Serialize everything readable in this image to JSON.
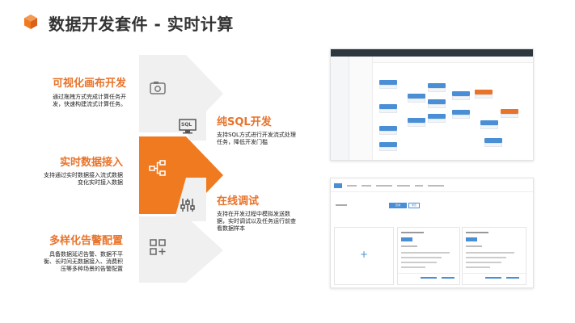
{
  "slide": {
    "title": "数据开发套件 - 实时计算"
  },
  "features": {
    "visual": {
      "title": "可视化画布开发",
      "desc": "通过拖拽方式完成计算任务开发，快速构建流式计算任务。"
    },
    "sql": {
      "title": "纯SQL开发",
      "desc": "支持SQL方式进行开发流式处理任务，降低开发门槛"
    },
    "realtime": {
      "title": "实时数据接入",
      "desc": "支持通过实时数据接入流式数据变化实时接入数据"
    },
    "debug": {
      "title": "在线调试",
      "desc": "支持在开发过程中模拟发送数据，实时调试以及任务运行前查看数据样本"
    },
    "alert": {
      "title": "多样化告警配置",
      "desc": "具备数据延迟告警、数据不平衡、长时间无数据接入、消费积压等多种场景的告警配置"
    }
  },
  "icons": {
    "visual": "eye-image-icon",
    "sql": "monitor-sql-icon",
    "sql_text": "SQL",
    "realtime": "flow-hierarchy-icon",
    "debug": "sliders-icon",
    "alert": "grid-plus-icon",
    "brand": "orange-cube-icon"
  },
  "mockups": {
    "debug_button": "查询",
    "debug_button2": "重置",
    "plus_glyph": "+"
  },
  "colors": {
    "accent": "#e8732a",
    "chevron": "#f0f0f0",
    "active_chevron": "#f07a20",
    "blue": "#4a8fd6"
  }
}
